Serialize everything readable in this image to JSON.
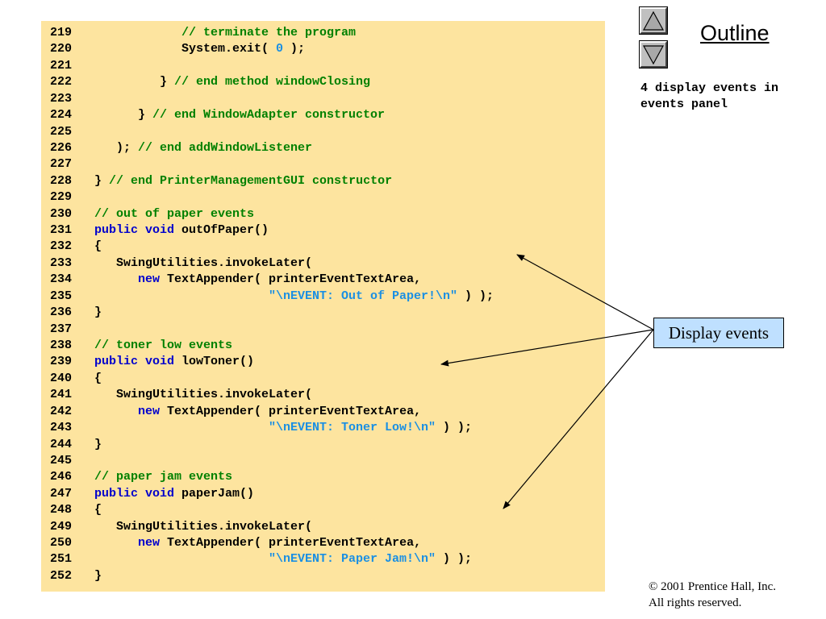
{
  "code_lines": [
    {
      "num": "219",
      "indent": 13,
      "tokens": [
        {
          "t": "// terminate the program",
          "k": "comment"
        }
      ]
    },
    {
      "num": "220",
      "indent": 13,
      "tokens": [
        {
          "t": "System.exit( ",
          "k": "plain"
        },
        {
          "t": "0",
          "k": "string"
        },
        {
          "t": " );",
          "k": "plain"
        }
      ]
    },
    {
      "num": "221",
      "indent": 0,
      "tokens": []
    },
    {
      "num": "222",
      "indent": 10,
      "tokens": [
        {
          "t": "} ",
          "k": "plain"
        },
        {
          "t": "// end method windowClosing",
          "k": "comment"
        }
      ]
    },
    {
      "num": "223",
      "indent": 0,
      "tokens": []
    },
    {
      "num": "224",
      "indent": 7,
      "tokens": [
        {
          "t": "} ",
          "k": "plain"
        },
        {
          "t": "// end WindowAdapter constructor",
          "k": "comment"
        }
      ]
    },
    {
      "num": "225",
      "indent": 0,
      "tokens": []
    },
    {
      "num": "226",
      "indent": 4,
      "tokens": [
        {
          "t": "); ",
          "k": "plain"
        },
        {
          "t": "// end addWindowListener",
          "k": "comment"
        }
      ]
    },
    {
      "num": "227",
      "indent": 0,
      "tokens": []
    },
    {
      "num": "228",
      "indent": 1,
      "tokens": [
        {
          "t": "} ",
          "k": "plain"
        },
        {
          "t": "// end PrinterManagementGUI constructor",
          "k": "comment"
        }
      ]
    },
    {
      "num": "229",
      "indent": 0,
      "tokens": []
    },
    {
      "num": "230",
      "indent": 1,
      "tokens": [
        {
          "t": "// out of paper events",
          "k": "comment"
        }
      ]
    },
    {
      "num": "231",
      "indent": 1,
      "tokens": [
        {
          "t": "public void",
          "k": "keyword"
        },
        {
          "t": " outOfPaper()",
          "k": "plain"
        }
      ]
    },
    {
      "num": "232",
      "indent": 1,
      "tokens": [
        {
          "t": "{",
          "k": "plain"
        }
      ]
    },
    {
      "num": "233",
      "indent": 4,
      "tokens": [
        {
          "t": "SwingUtilities.invokeLater(",
          "k": "plain"
        }
      ]
    },
    {
      "num": "234",
      "indent": 7,
      "tokens": [
        {
          "t": "new",
          "k": "keyword"
        },
        {
          "t": " TextAppender( printerEventTextArea,",
          "k": "plain"
        }
      ]
    },
    {
      "num": "235",
      "indent": 25,
      "tokens": [
        {
          "t": "\"\\nEVENT: Out of Paper!\\n\"",
          "k": "string"
        },
        {
          "t": " ) );",
          "k": "plain"
        }
      ]
    },
    {
      "num": "236",
      "indent": 1,
      "tokens": [
        {
          "t": "}",
          "k": "plain"
        }
      ]
    },
    {
      "num": "237",
      "indent": 0,
      "tokens": []
    },
    {
      "num": "238",
      "indent": 1,
      "tokens": [
        {
          "t": "// toner low events",
          "k": "comment"
        }
      ]
    },
    {
      "num": "239",
      "indent": 1,
      "tokens": [
        {
          "t": "public void",
          "k": "keyword"
        },
        {
          "t": " lowToner()",
          "k": "plain"
        }
      ]
    },
    {
      "num": "240",
      "indent": 1,
      "tokens": [
        {
          "t": "{",
          "k": "plain"
        }
      ]
    },
    {
      "num": "241",
      "indent": 4,
      "tokens": [
        {
          "t": "SwingUtilities.invokeLater(",
          "k": "plain"
        }
      ]
    },
    {
      "num": "242",
      "indent": 7,
      "tokens": [
        {
          "t": "new",
          "k": "keyword"
        },
        {
          "t": " TextAppender( printerEventTextArea,",
          "k": "plain"
        }
      ]
    },
    {
      "num": "243",
      "indent": 25,
      "tokens": [
        {
          "t": "\"\\nEVENT: Toner Low!\\n\"",
          "k": "string"
        },
        {
          "t": " ) );",
          "k": "plain"
        }
      ]
    },
    {
      "num": "244",
      "indent": 1,
      "tokens": [
        {
          "t": "}",
          "k": "plain"
        }
      ]
    },
    {
      "num": "245",
      "indent": 0,
      "tokens": []
    },
    {
      "num": "246",
      "indent": 1,
      "tokens": [
        {
          "t": "// paper jam events",
          "k": "comment"
        }
      ]
    },
    {
      "num": "247",
      "indent": 1,
      "tokens": [
        {
          "t": "public void",
          "k": "keyword"
        },
        {
          "t": " paperJam()",
          "k": "plain"
        }
      ]
    },
    {
      "num": "248",
      "indent": 1,
      "tokens": [
        {
          "t": "{",
          "k": "plain"
        }
      ]
    },
    {
      "num": "249",
      "indent": 4,
      "tokens": [
        {
          "t": "SwingUtilities.invokeLater(",
          "k": "plain"
        }
      ]
    },
    {
      "num": "250",
      "indent": 7,
      "tokens": [
        {
          "t": "new",
          "k": "keyword"
        },
        {
          "t": " TextAppender( printerEventTextArea,",
          "k": "plain"
        }
      ]
    },
    {
      "num": "251",
      "indent": 25,
      "tokens": [
        {
          "t": "\"\\nEVENT: Paper Jam!\\n\"",
          "k": "string"
        },
        {
          "t": " ) );",
          "k": "plain"
        }
      ]
    },
    {
      "num": "252",
      "indent": 1,
      "tokens": [
        {
          "t": "}",
          "k": "plain"
        }
      ]
    }
  ],
  "sidebar": {
    "outline_title": "Outline",
    "nav_icons": {
      "up": "triangle-up-icon",
      "down": "triangle-down-icon"
    },
    "note": "4 display events in\nevents panel"
  },
  "callout": {
    "label": "Display events"
  },
  "footer": {
    "copyright": "© 2001 Prentice Hall, Inc.",
    "rights": "All rights reserved."
  },
  "colors": {
    "code_background": "#fde49f",
    "comment": "#008000",
    "keyword": "#0000cc",
    "string": "#1a8fe3",
    "callout_background": "#bfe0ff",
    "nav_button": "#c0c0c0"
  }
}
